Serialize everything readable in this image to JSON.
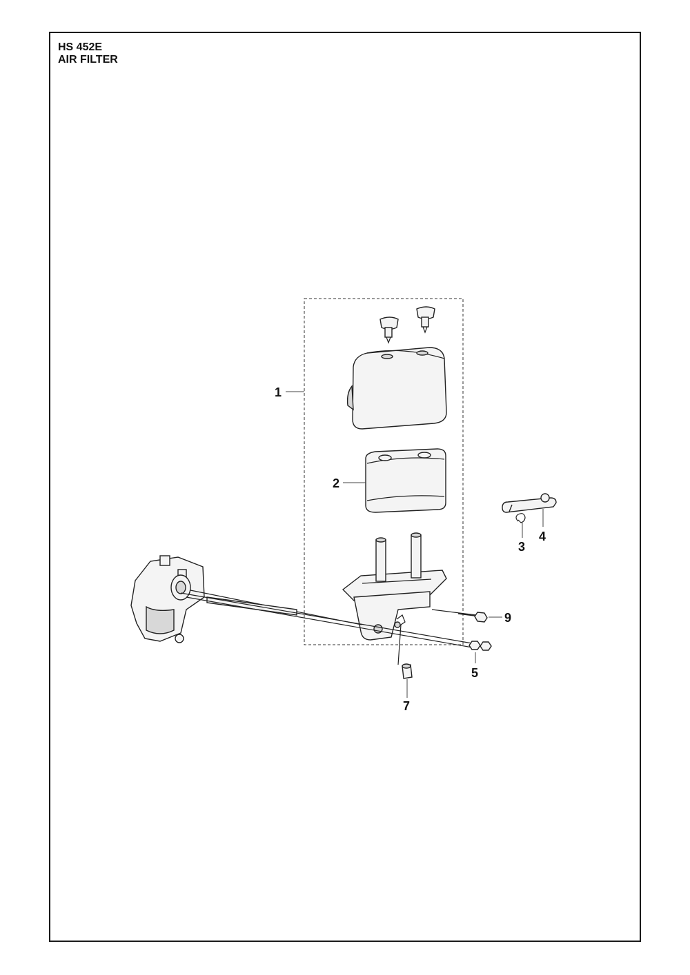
{
  "header": {
    "model": "HS 452E",
    "section": "AIR FILTER"
  },
  "callouts": {
    "c1": "1",
    "c2": "2",
    "c3": "3",
    "c4": "4",
    "c5": "5",
    "c7": "7",
    "c9": "9"
  },
  "colors": {
    "line": "#222222",
    "part_fill": "#f4f4f4",
    "shade": "#d8d8d8"
  }
}
